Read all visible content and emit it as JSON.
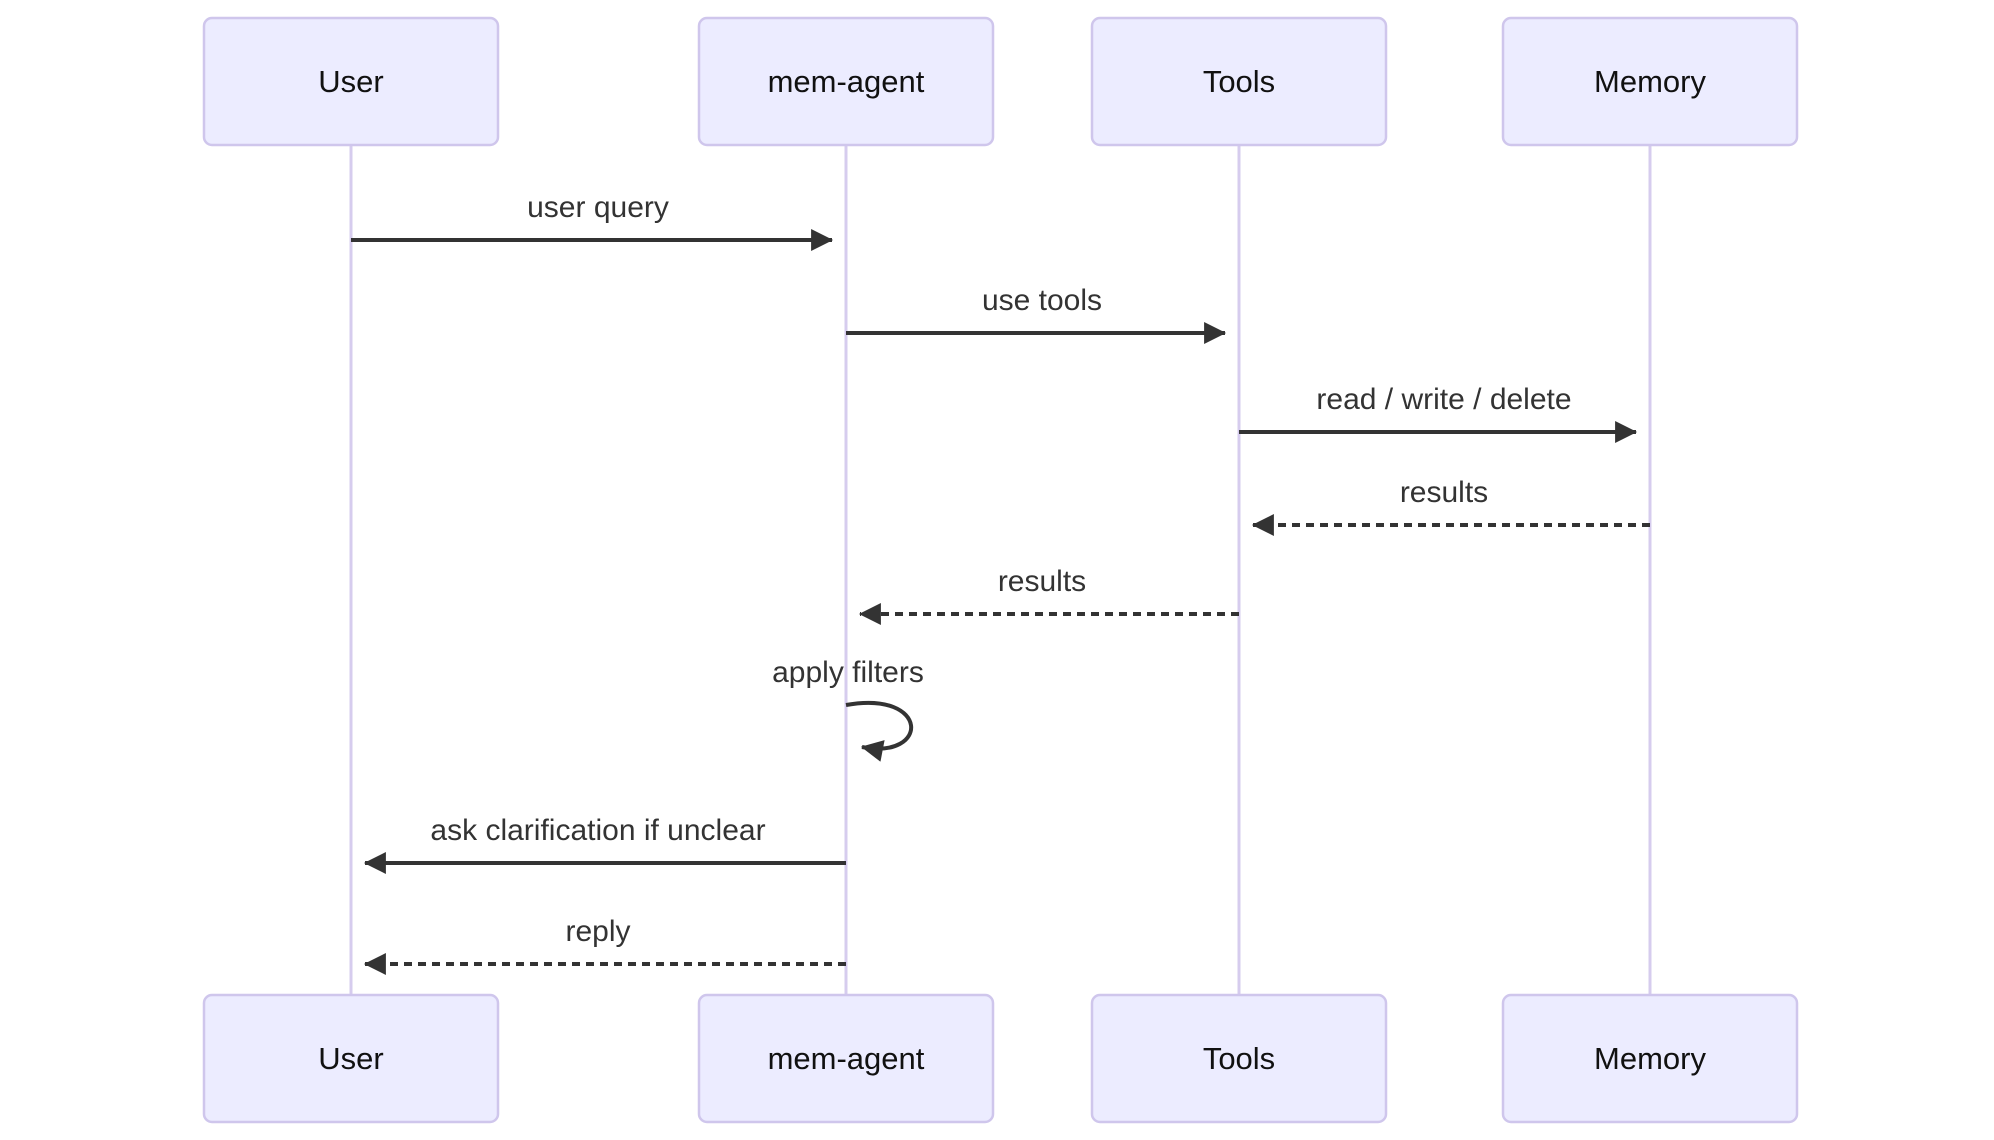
{
  "diagram": {
    "type": "sequence-diagram",
    "background_color": "#ffffff",
    "colors": {
      "actor_fill": "#ECECFF",
      "actor_border": "#CFC6EC",
      "lifeline": "#D6CCEE",
      "arrow": "#333333",
      "message_text": "#333333",
      "actor_text": "#111111"
    },
    "participants": [
      {
        "id": "user",
        "label": "User"
      },
      {
        "id": "mem-agent",
        "label": "mem-agent"
      },
      {
        "id": "tools",
        "label": "Tools"
      },
      {
        "id": "memory",
        "label": "Memory"
      }
    ],
    "messages": [
      {
        "from": "User",
        "to": "mem-agent",
        "label": "user query",
        "line": "solid",
        "arrow": "filled"
      },
      {
        "from": "mem-agent",
        "to": "Tools",
        "label": "use tools",
        "line": "solid",
        "arrow": "filled"
      },
      {
        "from": "Tools",
        "to": "Memory",
        "label": "read / write / delete",
        "line": "solid",
        "arrow": "filled"
      },
      {
        "from": "Memory",
        "to": "Tools",
        "label": "results",
        "line": "dashed",
        "arrow": "filled"
      },
      {
        "from": "Tools",
        "to": "mem-agent",
        "label": "results",
        "line": "dashed",
        "arrow": "filled"
      },
      {
        "from": "mem-agent",
        "to": "mem-agent",
        "label": "apply filters",
        "line": "self-loop",
        "arrow": "filled"
      },
      {
        "from": "mem-agent",
        "to": "User",
        "label": "ask clarification if unclear",
        "line": "solid",
        "arrow": "filled"
      },
      {
        "from": "mem-agent",
        "to": "User",
        "label": "reply",
        "line": "dashed",
        "arrow": "filled"
      }
    ]
  }
}
